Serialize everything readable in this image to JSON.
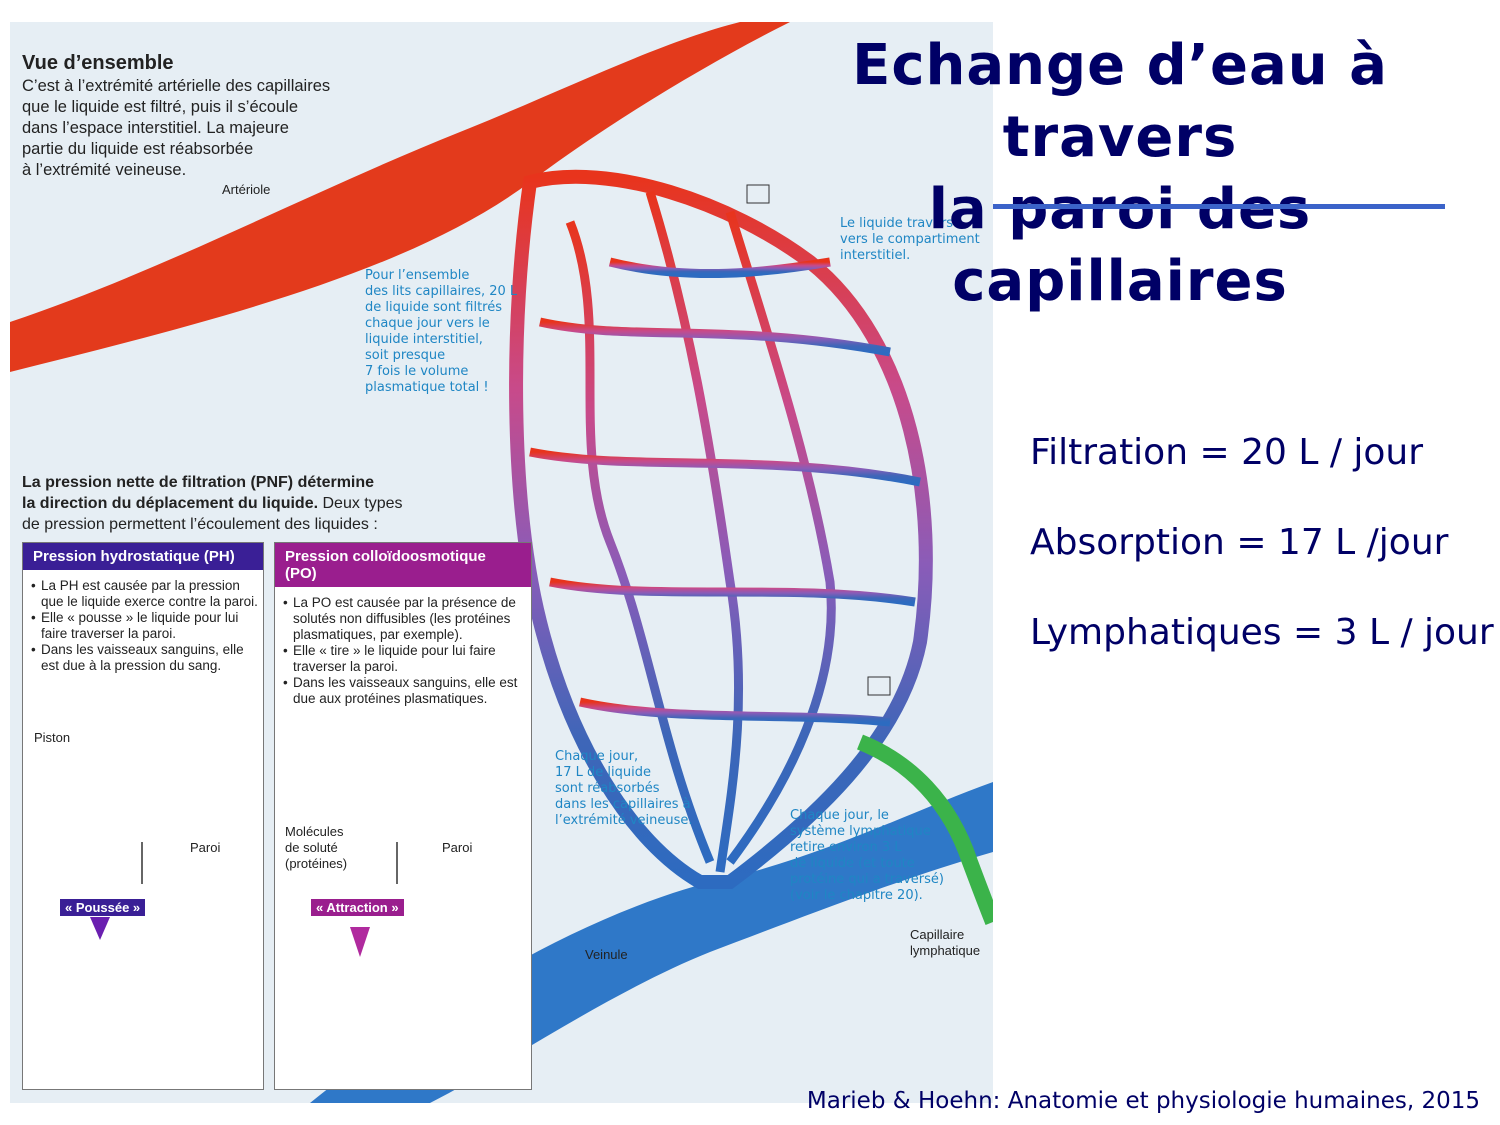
{
  "slide": {
    "title_line1": "Echange d’eau à travers",
    "title_line2": "la paroi des capillaires",
    "stats": [
      "Filtration = 20 L / jour",
      "Absorption = 17 L /jour",
      "Lymphatiques = 3 L / jour"
    ],
    "citation": "Marieb & Hoehn: Anatomie et physiologie humaines, 2015",
    "accent_color": "#3b63c9",
    "title_color": "#000066"
  },
  "figure": {
    "overview_heading": "Vue d’ensemble",
    "overview_text": [
      "C’est à l’extrémité artérielle des capillaires",
      "que le liquide est filtré, puis il s’écoule",
      "dans l’espace interstitiel. La majeure",
      "partie du liquide est réabsorbée",
      "à l’extrémité veineuse."
    ],
    "labels": {
      "arteriole": "Artériole",
      "veinule": "Veinule",
      "lymph_capillary": [
        "Capillaire",
        "lymphatique"
      ],
      "piston": "Piston",
      "paroi": "Paroi",
      "molecules": [
        "Molécules",
        "de soluté",
        "(protéines)"
      ]
    },
    "callouts": {
      "filtration": [
        "Pour l’ensemble",
        "des lits capillaires, 20 L",
        "de liquide sont filtrés",
        "chaque jour vers le",
        "liquide interstitiel,",
        "soit presque",
        "7 fois le volume",
        "plasmatique total !"
      ],
      "interstitial": [
        "Le liquide traverse",
        "vers le compartiment",
        "interstitiel."
      ],
      "reabsorbed": [
        "Chaque jour,",
        "17 L de liquide",
        "sont réabsorbés",
        "dans les capillaires à",
        "l’extrémité veineuse."
      ],
      "lymph": [
        "Chaque jour, le",
        "système lymphatique",
        "retire environ 3 L",
        "de liquide (et toute",
        "protéine qui a traversé)",
        "(voir le chapitre 20)."
      ]
    },
    "pnf_bold": [
      "La pression nette de filtration (PNF) détermine",
      "la direction du déplacement du liquide."
    ],
    "pnf_rest": [
      "Deux types",
      "de pression permettent l’écoulement des liquides :"
    ],
    "ph_box": {
      "header": "Pression hydrostatique (PH)",
      "color": "#3a1f96",
      "bullets": [
        "La PH est causée par la pression que le liquide exerce contre la paroi.",
        "Elle « pousse » le liquide pour lui faire traverser la paroi.",
        "Dans les vaisseaux sanguins, elle est due à la pression du sang."
      ],
      "tag": "« Poussée »"
    },
    "po_box": {
      "header": "Pression colloïdoosmotique (PO)",
      "color": "#9a1e8e",
      "bullets": [
        "La PO est causée par la présence de solutés non diffusibles (les protéines plasmatiques, par exemple).",
        "Elle « tire » le liquide pour lui faire traverser la paroi.",
        "Dans les vaisseaux sanguins, elle est due aux protéines plasmatiques."
      ],
      "tag": "« Attraction »"
    }
  }
}
